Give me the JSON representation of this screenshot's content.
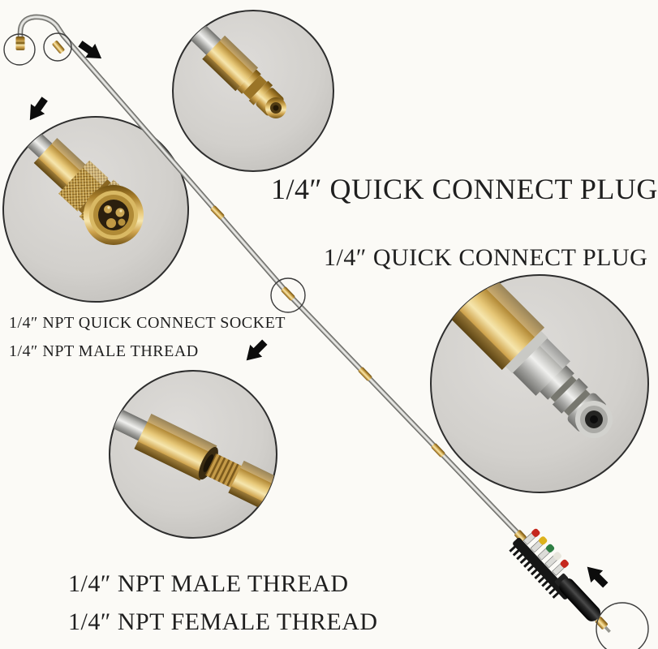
{
  "annotations": {
    "top_plug_label": "1/4″ QUICK CONNECT PLUG",
    "right_plug_label": "1/4″ QUICK CONNECT PLUG",
    "socket_label": "1/4″ NPT QUICK CONNECT SOCKET",
    "male_thread_label_left": "1/4″ NPT MALE THREAD",
    "male_thread_label_bottom": "1/4″ NPT MALE THREAD",
    "female_thread_label": "1/4″ NPT FEMALE THREAD"
  },
  "colors": {
    "background": "#fbfaf6",
    "text": "#1f1f1f",
    "arrow": "#0c0c0c",
    "brass": "#bf9244",
    "steel": "#b5b5b1",
    "callout_background": "#d2d0cc",
    "callout_outline": "#2e2e2e",
    "nozzle_tips": [
      "#c5271d",
      "#ddb21c",
      "#2f7f44",
      "#e8e6dd",
      "#c5271d"
    ]
  }
}
